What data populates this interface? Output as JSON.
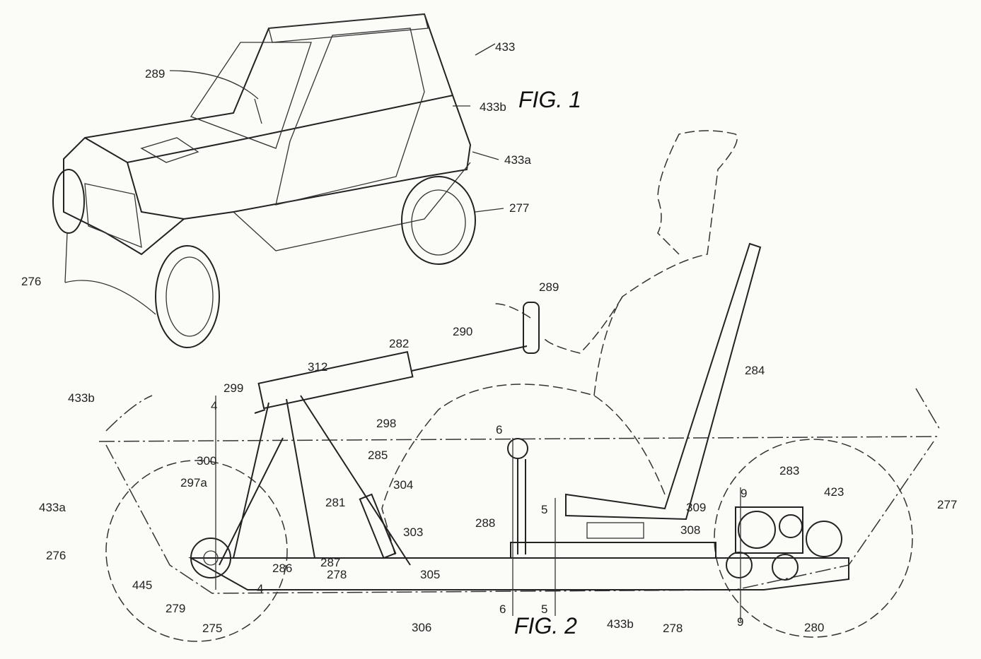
{
  "figure1": {
    "title": "FIG. 1",
    "labels": [
      "433",
      "289",
      "433b",
      "433a",
      "277",
      "276"
    ]
  },
  "figure2": {
    "title": "FIG. 2",
    "labels": [
      "289",
      "290",
      "282",
      "312",
      "284",
      "299",
      "433b",
      "4",
      "298",
      "6",
      "300",
      "285",
      "283",
      "423",
      "277",
      "297a",
      "304",
      "433a",
      "281",
      "288",
      "5",
      "309",
      "9",
      "308",
      "303",
      "276",
      "445",
      "286",
      "287",
      "278",
      "305",
      "279",
      "4",
      "275",
      "306",
      "6",
      "5",
      "433b",
      "278",
      "9",
      "280"
    ]
  }
}
